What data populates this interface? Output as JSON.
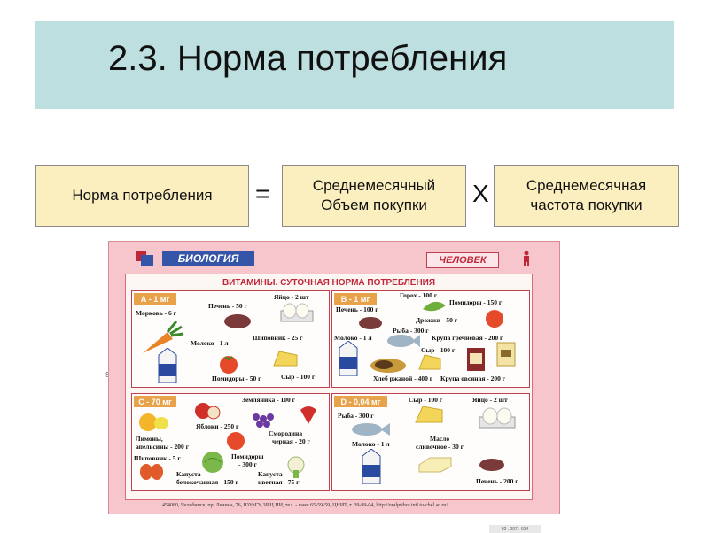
{
  "slide": {
    "title": "2.3. Норма потребления",
    "formula": {
      "left": "Норма потребления",
      "equals": "=",
      "middle_line1": "Среднемесячный",
      "middle_line2": "Объем покупки",
      "times": "X",
      "right_line1": "Среднемесячная",
      "right_line2": "частота покупки"
    },
    "side_mark": "S"
  },
  "poster": {
    "brand": "БИОЛОГИЯ",
    "section": "ЧЕЛОВЕК",
    "heading": "ВИТАМИНЫ. СУТОЧНАЯ НОРМА ПОТРЕБЛЕНИЯ",
    "footer": "454080, Челябинск, пр. Ленина, 76, ЮУрГУ, ЧРЦ НИ, тел. - факс 65-59-59, ЦНИТ, т. 39-99-04, http://uralpribor.intl.to-chel.ac.ru/",
    "code": "02 . 007 . 014",
    "quadrants": {
      "a": {
        "label": "А - 1 мг",
        "items": [
          "Морковь - 6 г",
          "Печень - 50 г",
          "Яйцо - 2 шт",
          "Молоко - 1 л",
          "Шиповник - 25 г",
          "Помидоры - 50 г",
          "Сыр - 100 г"
        ]
      },
      "b": {
        "label": "В - 1 мг",
        "items": [
          "Горох - 100 г",
          "Печень - 100 г",
          "Помидоры - 150 г",
          "Дрожжи - 50 г",
          "Рыба - 300 г",
          "Молоко - 1 л",
          "Крупа гречневая - 200 г",
          "Сыр - 100 г",
          "Хлеб ржаной - 400 г",
          "Крупа овсяная - 200 г"
        ]
      },
      "c": {
        "label": "С - 70 мг",
        "items": [
          "Земляника - 100 г",
          "Яблоки - 250 г",
          "Лимоны,",
          "апельсины - 200 г",
          "Смородина",
          "черная - 20 г",
          "Шиповник - 5 г",
          "Помидоры",
          "- 300 г",
          "Капуста",
          "белокочанная - 150 г",
          "Капуста",
          "цветная - 75 г"
        ]
      },
      "d": {
        "label": "D - 0,04 мг",
        "items": [
          "Рыба - 300 г",
          "Сыр - 100 г",
          "Яйцо - 2 шт",
          "Молоко - 1 л",
          "Масло",
          "сливочное - 30 г",
          "Печень - 200 г"
        ]
      }
    }
  },
  "colors": {
    "title_bg": "#bddfdf",
    "box_bg": "#fcefbf",
    "poster_bg": "#f6c6cc",
    "poster_accent": "#c0283a",
    "label_orange": "#e8a24a"
  }
}
